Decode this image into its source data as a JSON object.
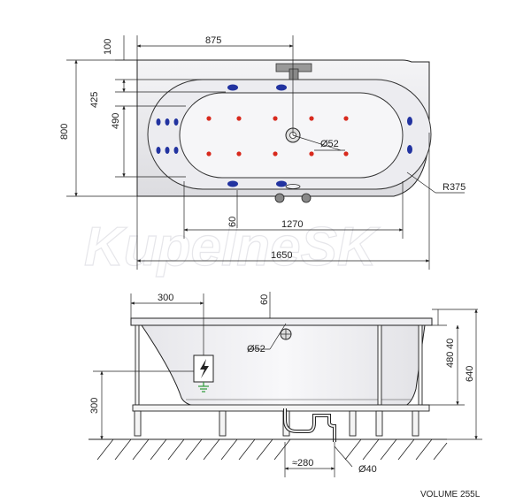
{
  "watermark": "KupelneSK",
  "top_view": {
    "dims": {
      "width_top": "875",
      "offset_top": "100",
      "inner_depth": "425",
      "jets_span": "490",
      "total_depth": "800",
      "drain_dia": "Ø52",
      "bottom_offset": "60",
      "inner_length": "1270",
      "total_length": "1650",
      "radius": "R375"
    }
  },
  "side_view": {
    "dims": {
      "panel_offset": "300",
      "drain_height": "60",
      "drain_dia": "Ø52",
      "rim": "40",
      "tub_height": "480",
      "total_height": "640",
      "box_height": "300",
      "waste_offset": "≈280",
      "waste_dia": "Ø40"
    }
  },
  "footer": {
    "volume": "VOLUME 255L"
  },
  "colors": {
    "jet_red": "#d82a1e",
    "jet_blue": "#2233a0",
    "outline": "#222222",
    "ground_green": "#2e9a3a"
  },
  "icons": {
    "electric": "lightning-bolt",
    "ground": "earth-ground"
  }
}
